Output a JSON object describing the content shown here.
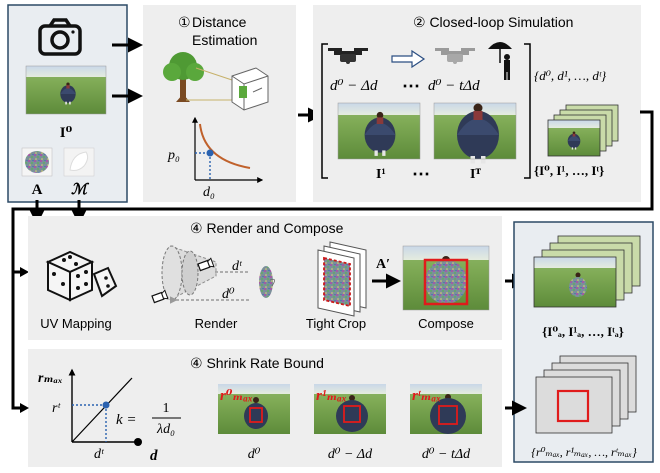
{
  "panel1": {
    "title_num": "①",
    "title_line1": "Distance",
    "title_line2": "Estimation",
    "p0": "p₀",
    "d0": "d₀"
  },
  "panel2": {
    "title": "② Closed-loop Simulation",
    "dist_left": "d⁰ − Δd",
    "dots": "⋯",
    "dist_right": "d⁰ − tΔd",
    "img1": "I¹",
    "imgT": "Iᵀ",
    "set_d": "{d⁰, d¹, …, dᵗ}",
    "set_I": "{I⁰, I¹, …, Iᵗ}"
  },
  "input": {
    "i0": "I⁰",
    "a": "A",
    "m": "ℳ"
  },
  "panel4a": {
    "title": "④ Render and Compose",
    "uv": "UV Mapping",
    "render": "Render",
    "crop": "Tight Crop",
    "compose": "Compose",
    "dt": "dᵗ",
    "d0": "d⁰",
    "aprime": "A′",
    "set_IA": "{I⁰ₐ, I¹ₐ, …, Iᵗₐ}"
  },
  "panel4b": {
    "title": "④ Shrink Rate Bound",
    "rmax": "rₘₐₓ",
    "rt": "rᵗ",
    "dt": "dᵗ",
    "dlabel": "d",
    "k_eq": "k =",
    "k_num": "1",
    "k_den": "λd₀",
    "r0": "r⁰ₘₐₓ",
    "r1": "r¹ₘₐₓ",
    "rtmax": "rᵗₘₐₓ",
    "cap1": "d⁰",
    "cap2": "d⁰ − Δd",
    "cap3": "d⁰ − tΔd",
    "set_r": "{r⁰ₘₐₓ, r¹ₘₐₓ, …, rᵗₘₐₓ}"
  }
}
